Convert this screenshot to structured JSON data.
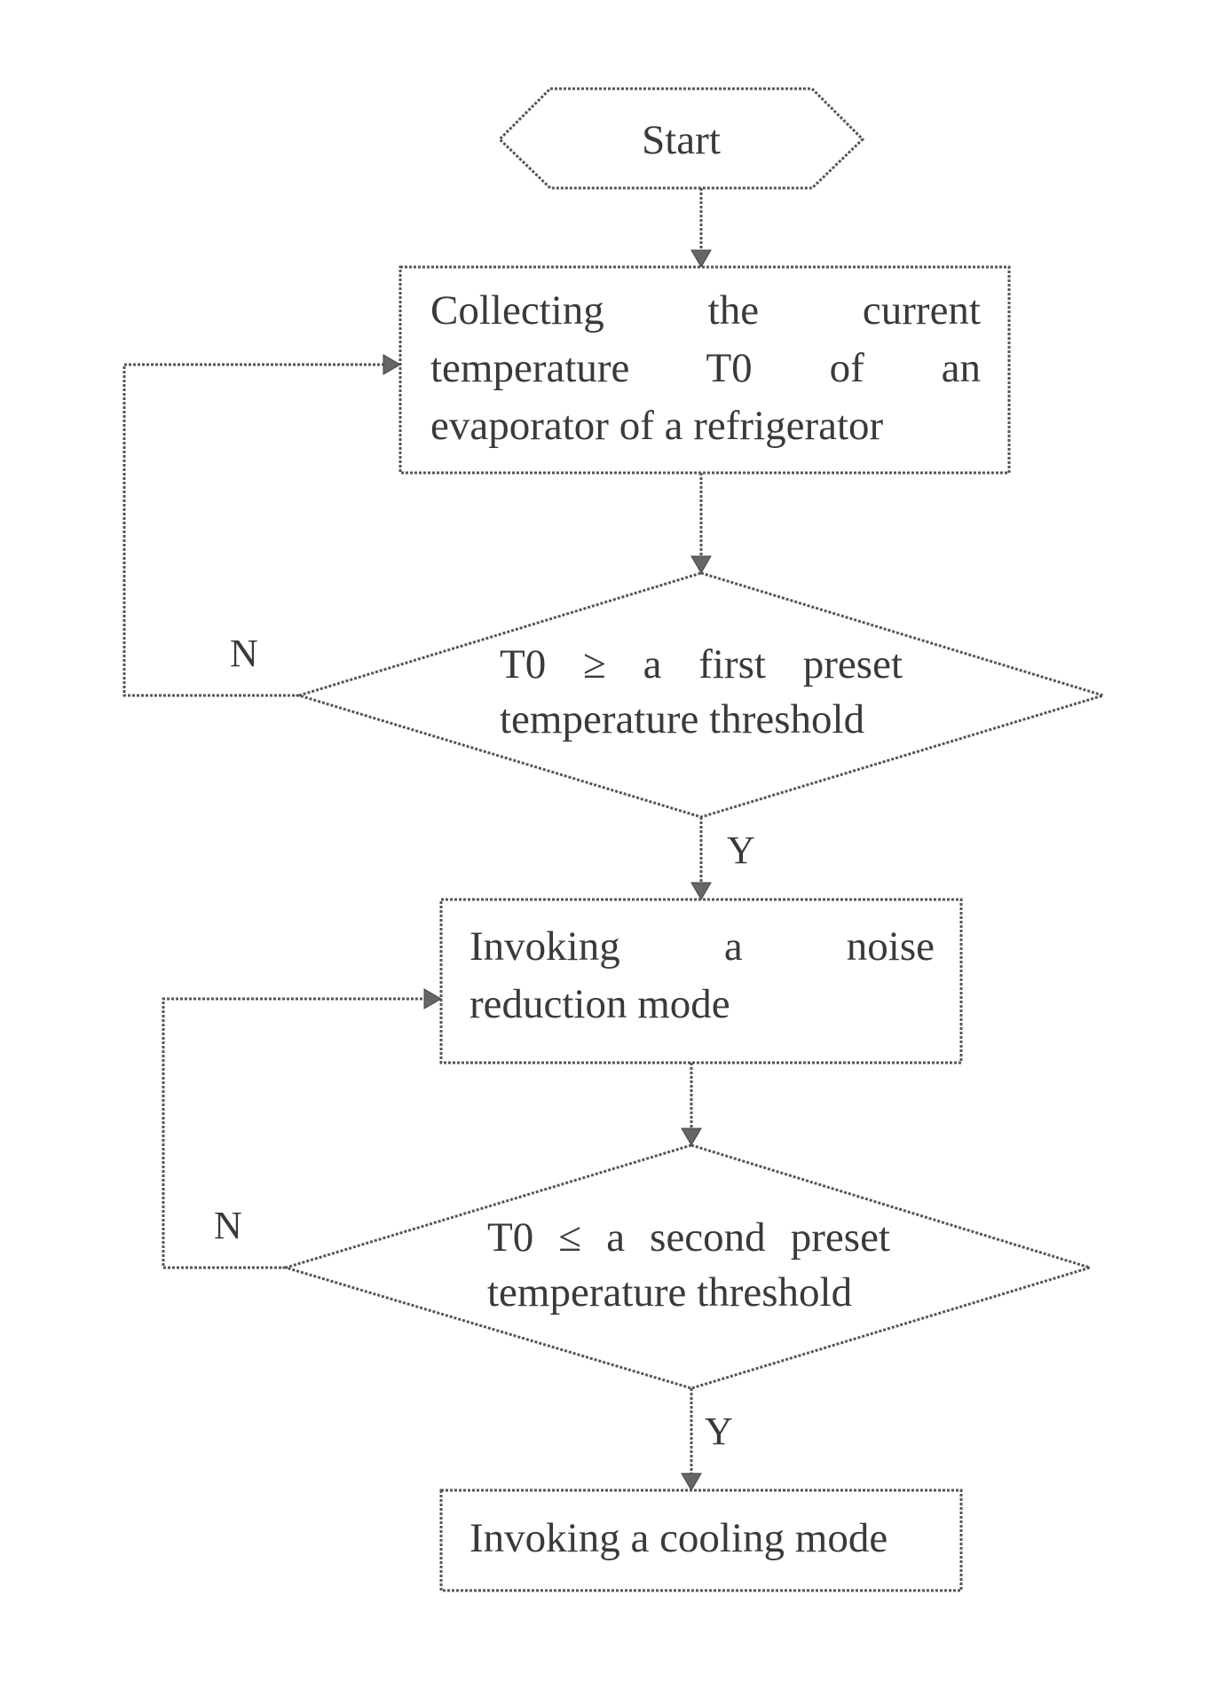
{
  "nodes": {
    "start": {
      "label": "Start"
    },
    "collect": {
      "line1": "Collecting the current",
      "line2": "temperature T0 of an",
      "line3": "evaporator of a refrigerator"
    },
    "decision1": {
      "line1": "T0 ≥ a first preset",
      "line2": "temperature threshold"
    },
    "noise": {
      "line1": "Invoking a noise",
      "line2": "reduction mode"
    },
    "decision2": {
      "line1": "T0 ≤ a second preset",
      "line2": "temperature threshold"
    },
    "cooling": {
      "label": "Invoking a cooling mode"
    }
  },
  "edges": {
    "d1_no": "N",
    "d1_yes": "Y",
    "d2_no": "N",
    "d2_yes": "Y"
  }
}
